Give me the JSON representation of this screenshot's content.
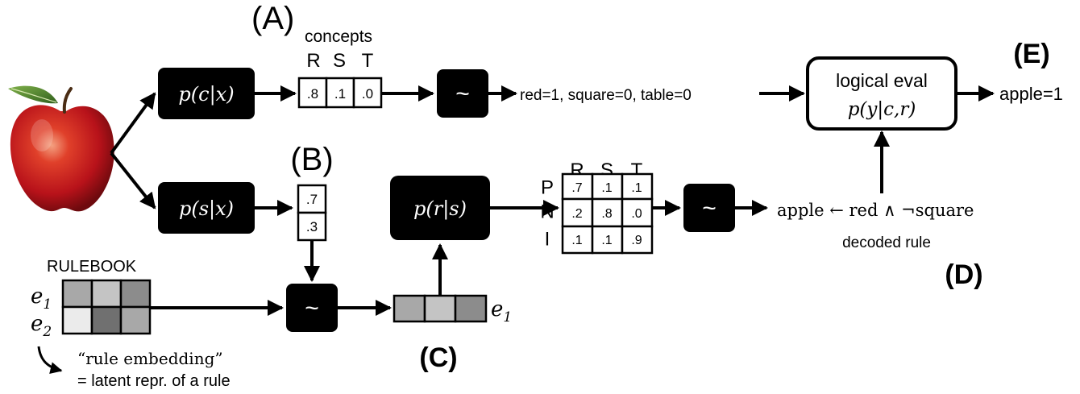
{
  "labels": {
    "a": "(A)",
    "b": "(B)",
    "c": "(C)",
    "d": "(D)",
    "e": "(E)"
  },
  "concepts_caption": "concepts",
  "modules": {
    "concept_predictor": "p(c|x)",
    "selector": "p(s|x)",
    "rule_decoder": "p(r|s)",
    "eval_title": "logical eval",
    "eval_formula": "p(y|c,r)"
  },
  "sampler_symbol": "~",
  "concept_columns": [
    "R",
    "S",
    "T"
  ],
  "concept_probs": [
    ".8",
    ".1",
    ".0"
  ],
  "selector_probs": [
    ".7",
    ".3"
  ],
  "sampled_concepts": "red=1, square=0, table=0",
  "prediction": "apple=1",
  "role_columns": [
    "R",
    "S",
    "T"
  ],
  "role_rows": [
    "P",
    "N",
    "I"
  ],
  "role_matrix": [
    [
      ".7",
      ".1",
      ".1"
    ],
    [
      ".2",
      ".8",
      ".0"
    ],
    [
      ".1",
      ".1",
      ".9"
    ]
  ],
  "decoded_rule": "apple ← red ∧ ¬square",
  "decoded_rule_caption": "decoded rule",
  "rulebook": {
    "title": "RULEBOOK",
    "row_labels": [
      "e1",
      "e2"
    ],
    "cells": [
      [
        "#a8a8a8",
        "#c4c4c4",
        "#8c8c8c"
      ],
      [
        "#ebebeb",
        "#707070",
        "#a8a8a8"
      ]
    ]
  },
  "selected_embedding": {
    "label": "e1",
    "cells": [
      "#a8a8a8",
      "#c4c4c4",
      "#8c8c8c"
    ]
  },
  "rule_embedding_note": {
    "line1": "“rule embedding”",
    "line2": "= latent repr. of a rule"
  },
  "input_image": "apple-image"
}
